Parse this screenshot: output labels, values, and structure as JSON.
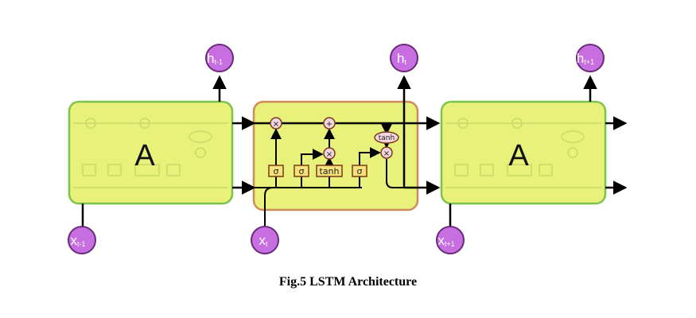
{
  "caption": "Fig.5 LSTM Architecture",
  "colors": {
    "cell_fill": "#e8f27a",
    "cell_border_outer": "#7dc24b",
    "cell_border_center": "#d08a5a",
    "node_fill": "#c76ee0",
    "node_border": "#6a2b7a",
    "arrow": "#000000"
  },
  "cells": {
    "left": {
      "label": "A"
    },
    "right": {
      "label": "A"
    }
  },
  "nodes": {
    "h_prev": {
      "main": "h",
      "sub": "t-1"
    },
    "h_curr": {
      "main": "h",
      "sub": "t"
    },
    "h_next": {
      "main": "h",
      "sub": "t+1"
    },
    "x_prev": {
      "main": "x",
      "sub": "t-1"
    },
    "x_curr": {
      "main": "x",
      "sub": "t"
    },
    "x_next": {
      "main": "x",
      "sub": "t+1"
    }
  },
  "gates": {
    "forget": "σ",
    "input": "σ",
    "candidate": "tanh",
    "output": "σ"
  },
  "ops": {
    "forget_mult": "×",
    "cell_add": "+",
    "input_mult": "×",
    "output_mult": "×",
    "cell_tanh": "tanh"
  }
}
